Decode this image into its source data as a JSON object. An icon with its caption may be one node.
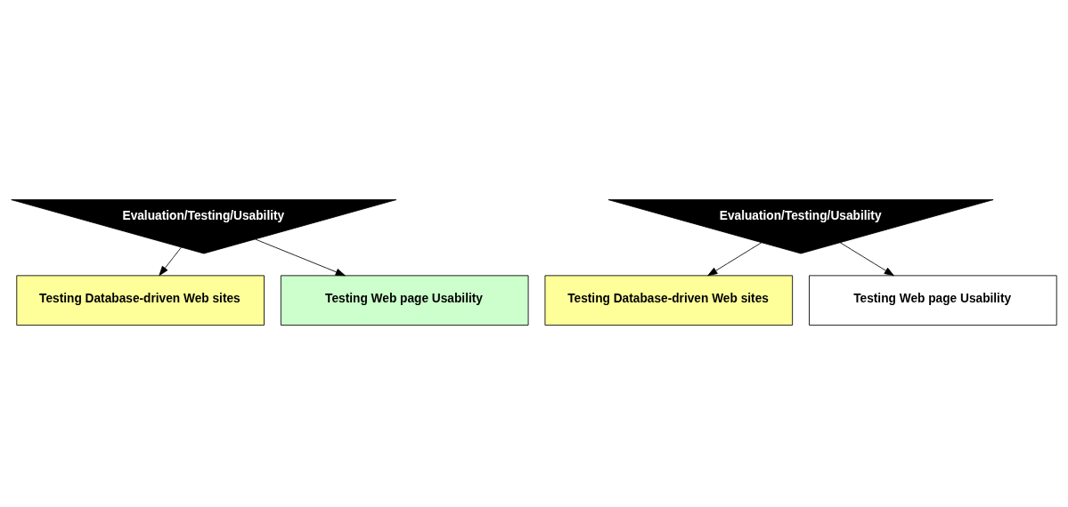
{
  "diagram": {
    "nodes": [
      {
        "text": [
          "Evaluation/Testing/Usability"
        ]
      },
      {
        "text": [
          "Testing Database-driven Web sites"
        ]
      },
      {
        "text": [
          "Testing Web page Usability"
        ]
      },
      {
        "text": [
          "Evaluation/Testing/Usability"
        ]
      },
      {
        "text": [
          "Testing Database-driven Web sites"
        ]
      },
      {
        "text": [
          "Testing Web page Usability"
        ]
      }
    ],
    "edges": [
      {
        "from": 0,
        "to": 1,
        "arrow": "to"
      },
      {
        "from": 0,
        "to": 2,
        "arrow": "to"
      },
      {
        "from": 3,
        "to": 4,
        "arrow": "to"
      },
      {
        "from": 3,
        "to": 5,
        "arrow": "to"
      }
    ]
  }
}
